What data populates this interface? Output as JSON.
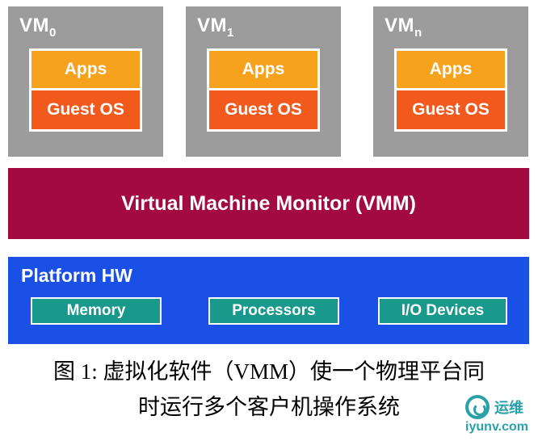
{
  "vms": [
    {
      "name": "VM",
      "sub": "0"
    },
    {
      "name": "VM",
      "sub": "1"
    },
    {
      "name": "VM",
      "sub": "n"
    }
  ],
  "vm_box": {
    "apps_label": "Apps",
    "guest_os_label": "Guest OS"
  },
  "vmm": {
    "label": "Virtual Machine Monitor (VMM)"
  },
  "platform": {
    "label": "Platform HW",
    "components": [
      "Memory",
      "Processors",
      "I/O Devices"
    ]
  },
  "caption": {
    "line1": "图 1: 虚拟化软件（VMM）使一个物理平台同",
    "line2": "时运行多个客户机操作系统"
  },
  "watermark": {
    "name": "运维",
    "url": "iyunv.com"
  },
  "colors": {
    "vm_background": "#9c9c9c",
    "apps": "#f6a21d",
    "guest_os": "#f2591d",
    "vmm": "#a30a3f",
    "platform": "#1a50e6",
    "hw_component": "#18998c",
    "watermark": "#2aa1a8"
  }
}
